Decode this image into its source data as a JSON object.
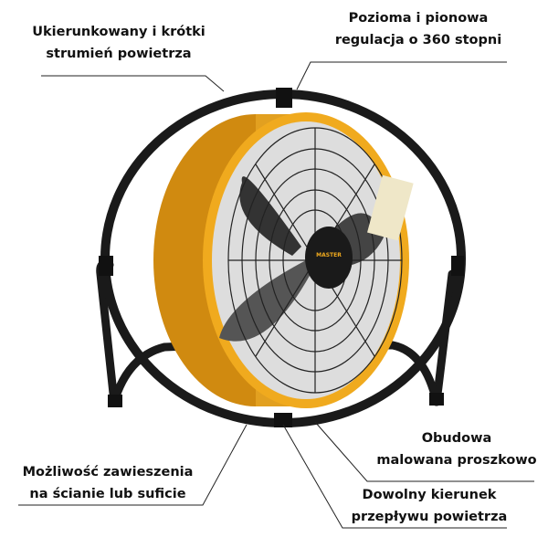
{
  "callouts": {
    "airflow": {
      "line1": "Ukierunkowany i krótki",
      "line2": "strumień powietrza"
    },
    "rotation": {
      "line1": "Pozioma i pionowa",
      "line2": "regulacja o 360 stopni"
    },
    "coating": {
      "line1": "Obudowa",
      "line2": "malowana proszkowo"
    },
    "mounting": {
      "line1": "Możliwość zawieszenia",
      "line2": "na ścianie lub suficie"
    },
    "direction": {
      "line1": "Dowolny kierunek",
      "line2": "przepływu powietrza"
    }
  },
  "product": {
    "brand_logo": "MASTER"
  },
  "colors": {
    "housing": "#e8a41c",
    "frame": "#1a1a1a",
    "text": "#111111"
  }
}
